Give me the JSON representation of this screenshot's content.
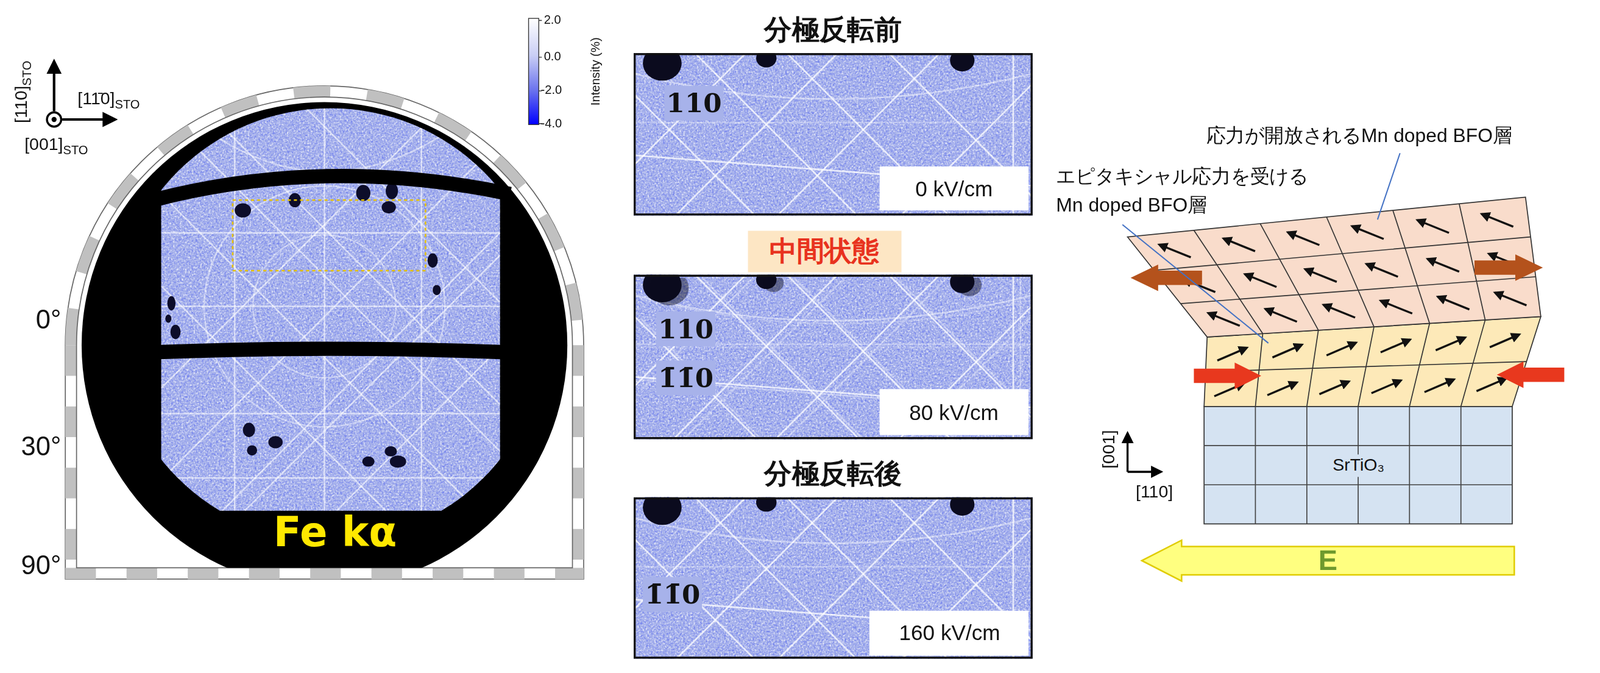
{
  "diagram": {
    "nodes": [
      {
        "text": [
          "分極反転前",
          "110"
        ]
      },
      {
        "text": [
          "0 kV/cm"
        ],
        "in": 0
      },
      {
        "text": [
          "中間状態"
        ]
      },
      {
        "text": [
          "110",
          "1̄1̄0"
        ]
      },
      {
        "text": [
          "80 kV/cm"
        ],
        "in": 3
      },
      {
        "text": [
          "分極反転後",
          "1̄1̄0"
        ]
      },
      {
        "text": [
          "160 kV/cm"
        ],
        "in": 5
      },
      {
        "text": [
          "SrTiO₃"
        ]
      },
      {
        "text": [
          "E"
        ]
      }
    ],
    "labels": [
      "2.0",
      "0.0",
      "-2.0",
      "-4.0",
      "Intensity (%)",
      "[110]",
      "STO",
      "[11̄0]",
      "STO",
      "[001]",
      "STO",
      "0°",
      "30°",
      "90°",
      "Fe kα",
      "応力が開放されるMn doped BFO層",
      "エピタキシャル応力を受ける Mn doped BFO層",
      "[001]",
      "[110]"
    ]
  }
}
